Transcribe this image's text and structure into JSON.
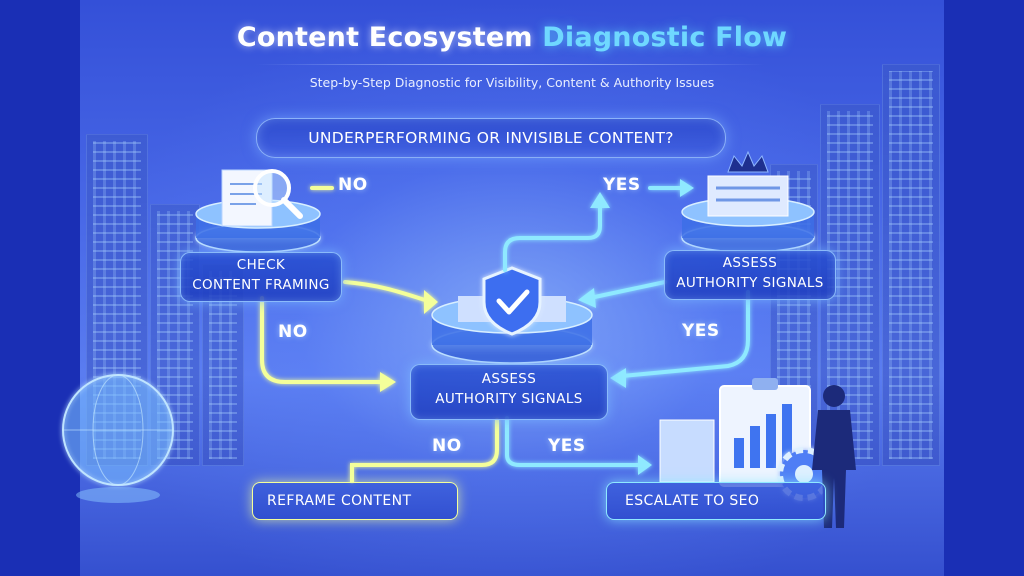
{
  "title": {
    "part1": "Content Ecosystem",
    "part2": "Diagnostic Flow"
  },
  "subtitle": "Step-by-Step Diagnostic for Visibility, Content & Authority Issues",
  "question": "UNDERPERFORMING OR INVISIBLE CONTENT?",
  "nodes": {
    "check_framing": {
      "line1": "CHECK",
      "line2": "CONTENT FRAMING"
    },
    "assess_authority_right": {
      "line1": "ASSESS",
      "line2": "AUTHORITY SIGNALS"
    },
    "assess_authority_center": {
      "line1": "ASSESS",
      "line2": "AUTHORITY SIGNALS"
    },
    "reframe": "REFRAME CONTENT",
    "escalate": "ESCALATE TO SEO"
  },
  "edge_labels": {
    "top_left_no": "NO",
    "top_right_yes": "YES",
    "left_no": "NO",
    "right_yes": "YES",
    "bottom_no": "NO",
    "bottom_yes": "YES"
  },
  "colors": {
    "arrow_yellow": "#f4ff9a",
    "arrow_cyan": "#8fe9ff",
    "accent_title": "#6fd8ff"
  },
  "icons": [
    "document-search-icon",
    "shield-check-icon",
    "crown-icon",
    "server-stack-icon",
    "globe-icon",
    "clipboard-chart-icon",
    "gear-icon",
    "person-silhouette-icon"
  ]
}
